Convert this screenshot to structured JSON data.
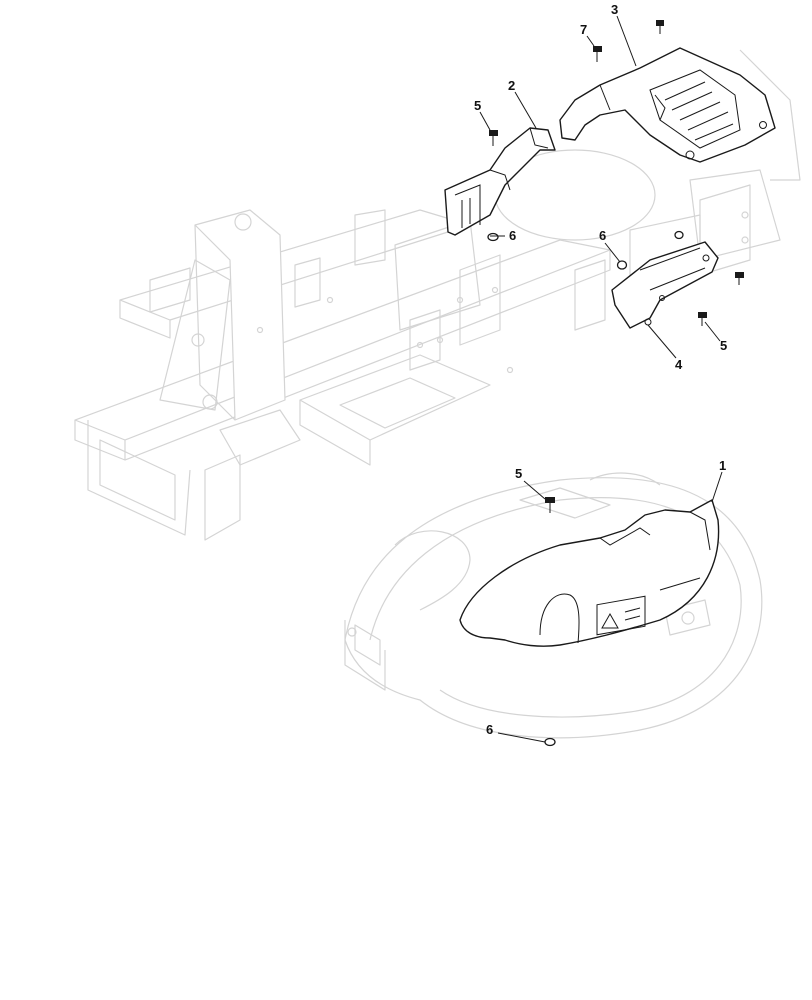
{
  "callouts": {
    "c1": "1",
    "c2": "2",
    "c3": "3",
    "c4": "4",
    "c5a": "5",
    "c5b": "5",
    "c5c": "5",
    "c6a": "6",
    "c6b": "6",
    "c6c": "6",
    "c7": "7"
  },
  "colors": {
    "ghost_lines": "#d4d4d4",
    "part_lines": "#1a1a1a"
  }
}
